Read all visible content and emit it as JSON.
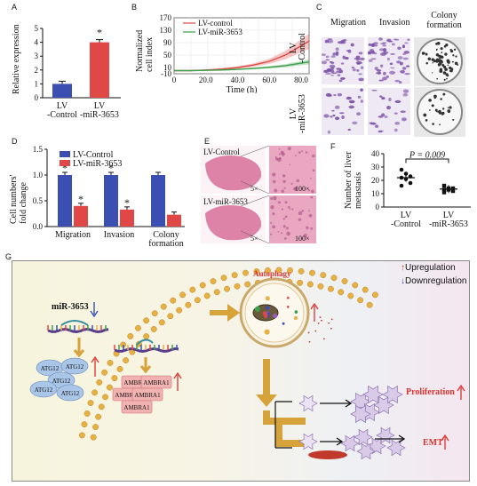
{
  "panels": {
    "A": "A",
    "B": "B",
    "C": "C",
    "D": "D",
    "E": "E",
    "F": "F",
    "G": "G"
  },
  "colors": {
    "control": "#3b4fb3",
    "mir": "#e04848",
    "stain": "#7a4fa8",
    "he": "#d9779f",
    "accent_red": "#d9332e",
    "arrow_gold": "#d6a23a"
  },
  "panel_a": {
    "chart_data": {
      "type": "bar",
      "categories": [
        "LV\n-Control",
        "LV\n-miR-3653"
      ],
      "values": [
        1.0,
        4.0
      ],
      "ylabel": "Relative expression",
      "ylim": [
        0,
        5
      ],
      "yticks": [
        "0",
        "1",
        "2",
        "3",
        "4",
        "5"
      ],
      "significance": "*"
    }
  },
  "panel_b": {
    "chart_data": {
      "type": "line",
      "xlabel": "Time (h)",
      "ylabel": "Normalized\ncell index",
      "xlim": [
        0,
        85
      ],
      "ylim": [
        -10,
        170
      ],
      "xticks": [
        "0",
        "20.0",
        "40.0",
        "60.0",
        "80.0"
      ],
      "yticks": [
        "170",
        "130",
        "90",
        "50",
        "10",
        "-10"
      ],
      "series": [
        {
          "name": "LV-control",
          "color": "#e04848",
          "x": [
            0,
            10,
            20,
            30,
            40,
            50,
            60,
            70,
            80,
            85
          ],
          "y": [
            0,
            0,
            2,
            5,
            10,
            18,
            30,
            50,
            80,
            95
          ]
        },
        {
          "name": "LV-miR-3653",
          "color": "#3aa04a",
          "x": [
            0,
            10,
            20,
            30,
            40,
            50,
            60,
            70,
            80,
            85
          ],
          "y": [
            0,
            0,
            1,
            2,
            4,
            7,
            11,
            16,
            24,
            28
          ]
        }
      ]
    }
  },
  "panel_c": {
    "cols": [
      "Migration",
      "Invasion",
      "Colony\nformation"
    ],
    "rows": [
      "LV\n-Control",
      "LV\n-miR-3653"
    ]
  },
  "panel_d": {
    "chart_data": {
      "type": "bar",
      "categories": [
        "Migration",
        "Invasion",
        "Colony\nformation"
      ],
      "ylabel": "Cell numbers'\nfold change",
      "ylim": [
        0,
        1.5
      ],
      "yticks": [
        "0.0",
        "0.5",
        "1.0",
        "1.5"
      ],
      "series": [
        {
          "name": "LV-Control",
          "values": [
            1.0,
            1.0,
            1.0
          ]
        },
        {
          "name": "LV-miR-3653",
          "values": [
            0.4,
            0.33,
            0.23
          ]
        }
      ],
      "significance": "*"
    }
  },
  "panel_e": {
    "labels": [
      "LV-Control",
      "LV-miR-3653"
    ],
    "mags": [
      "5×",
      "100×"
    ]
  },
  "panel_f": {
    "chart_data": {
      "type": "scatter",
      "categories": [
        "LV\n-Control",
        "LV\n-miR-3653"
      ],
      "ylabel": "Number of liver\nmetastasis",
      "ylim": [
        0,
        40
      ],
      "yticks": [
        "0",
        "10",
        "20",
        "30",
        "40"
      ],
      "p_value": "P = 0.009",
      "series": [
        {
          "name": "LV-Control",
          "values": [
            28,
            25,
            23,
            22,
            21,
            18,
            16
          ],
          "mean": 22
        },
        {
          "name": "LV-miR-3653",
          "values": [
            16,
            14,
            14,
            13,
            13,
            12,
            11
          ],
          "mean": 13.5
        }
      ]
    }
  },
  "panel_g": {
    "mirna": "miR-3653",
    "atg": "ATG12",
    "ambra": "AMBRA1",
    "autophagy": "Autophagy",
    "legend_up": "Upregulation",
    "legend_down": "Downregulation",
    "proliferation": "Proliferation",
    "emt": "EMT"
  }
}
